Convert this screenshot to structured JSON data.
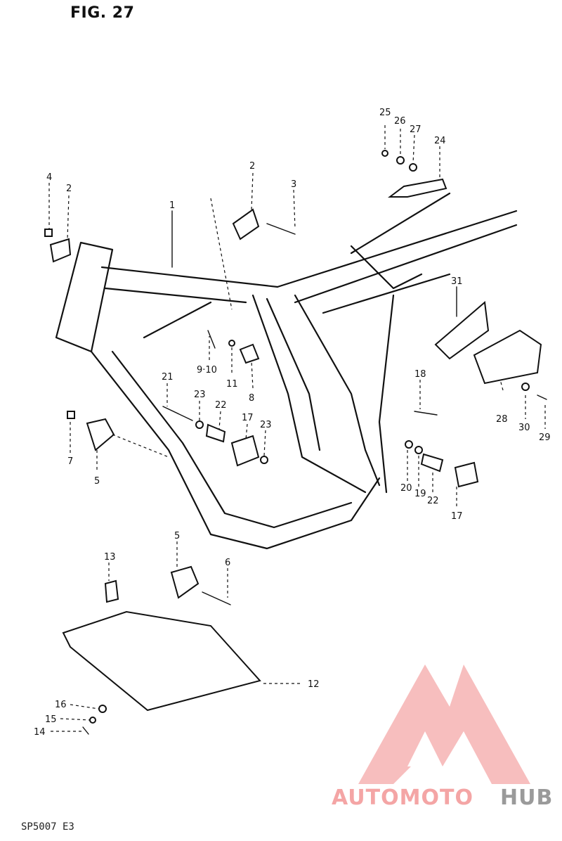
{
  "figure": {
    "title": "FIG. 27",
    "drawing_code": "SP5007 E3"
  },
  "callouts": [
    {
      "id": "c25",
      "text": "25"
    },
    {
      "id": "c26",
      "text": "26"
    },
    {
      "id": "c27",
      "text": "27"
    },
    {
      "id": "c24",
      "text": "24"
    },
    {
      "id": "c2a",
      "text": "2"
    },
    {
      "id": "c3",
      "text": "3"
    },
    {
      "id": "c4",
      "text": "4"
    },
    {
      "id": "c2b",
      "text": "2"
    },
    {
      "id": "c1",
      "text": "1"
    },
    {
      "id": "c31",
      "text": "31"
    },
    {
      "id": "c910",
      "text": "9·10"
    },
    {
      "id": "c11",
      "text": "11"
    },
    {
      "id": "c8",
      "text": "8"
    },
    {
      "id": "c18",
      "text": "18"
    },
    {
      "id": "c21",
      "text": "21"
    },
    {
      "id": "c23a",
      "text": "23"
    },
    {
      "id": "c22a",
      "text": "22"
    },
    {
      "id": "c17a",
      "text": "17"
    },
    {
      "id": "c23b",
      "text": "23"
    },
    {
      "id": "c28",
      "text": "28"
    },
    {
      "id": "c30",
      "text": "30"
    },
    {
      "id": "c29",
      "text": "29"
    },
    {
      "id": "c7",
      "text": "7"
    },
    {
      "id": "c5a",
      "text": "5"
    },
    {
      "id": "c20",
      "text": "20"
    },
    {
      "id": "c19",
      "text": "19"
    },
    {
      "id": "c22b",
      "text": "22"
    },
    {
      "id": "c17b",
      "text": "17"
    },
    {
      "id": "c5b",
      "text": "5"
    },
    {
      "id": "c13",
      "text": "13"
    },
    {
      "id": "c6",
      "text": "6"
    },
    {
      "id": "c12",
      "text": "12"
    },
    {
      "id": "c16",
      "text": "16"
    },
    {
      "id": "c15",
      "text": "15"
    },
    {
      "id": "c14",
      "text": "14"
    }
  ],
  "watermark": {
    "word_a": "AUTOMOTO",
    "word_b": "HUB",
    "color_a": "#f4a5a5",
    "color_b": "#9a9a9a"
  }
}
